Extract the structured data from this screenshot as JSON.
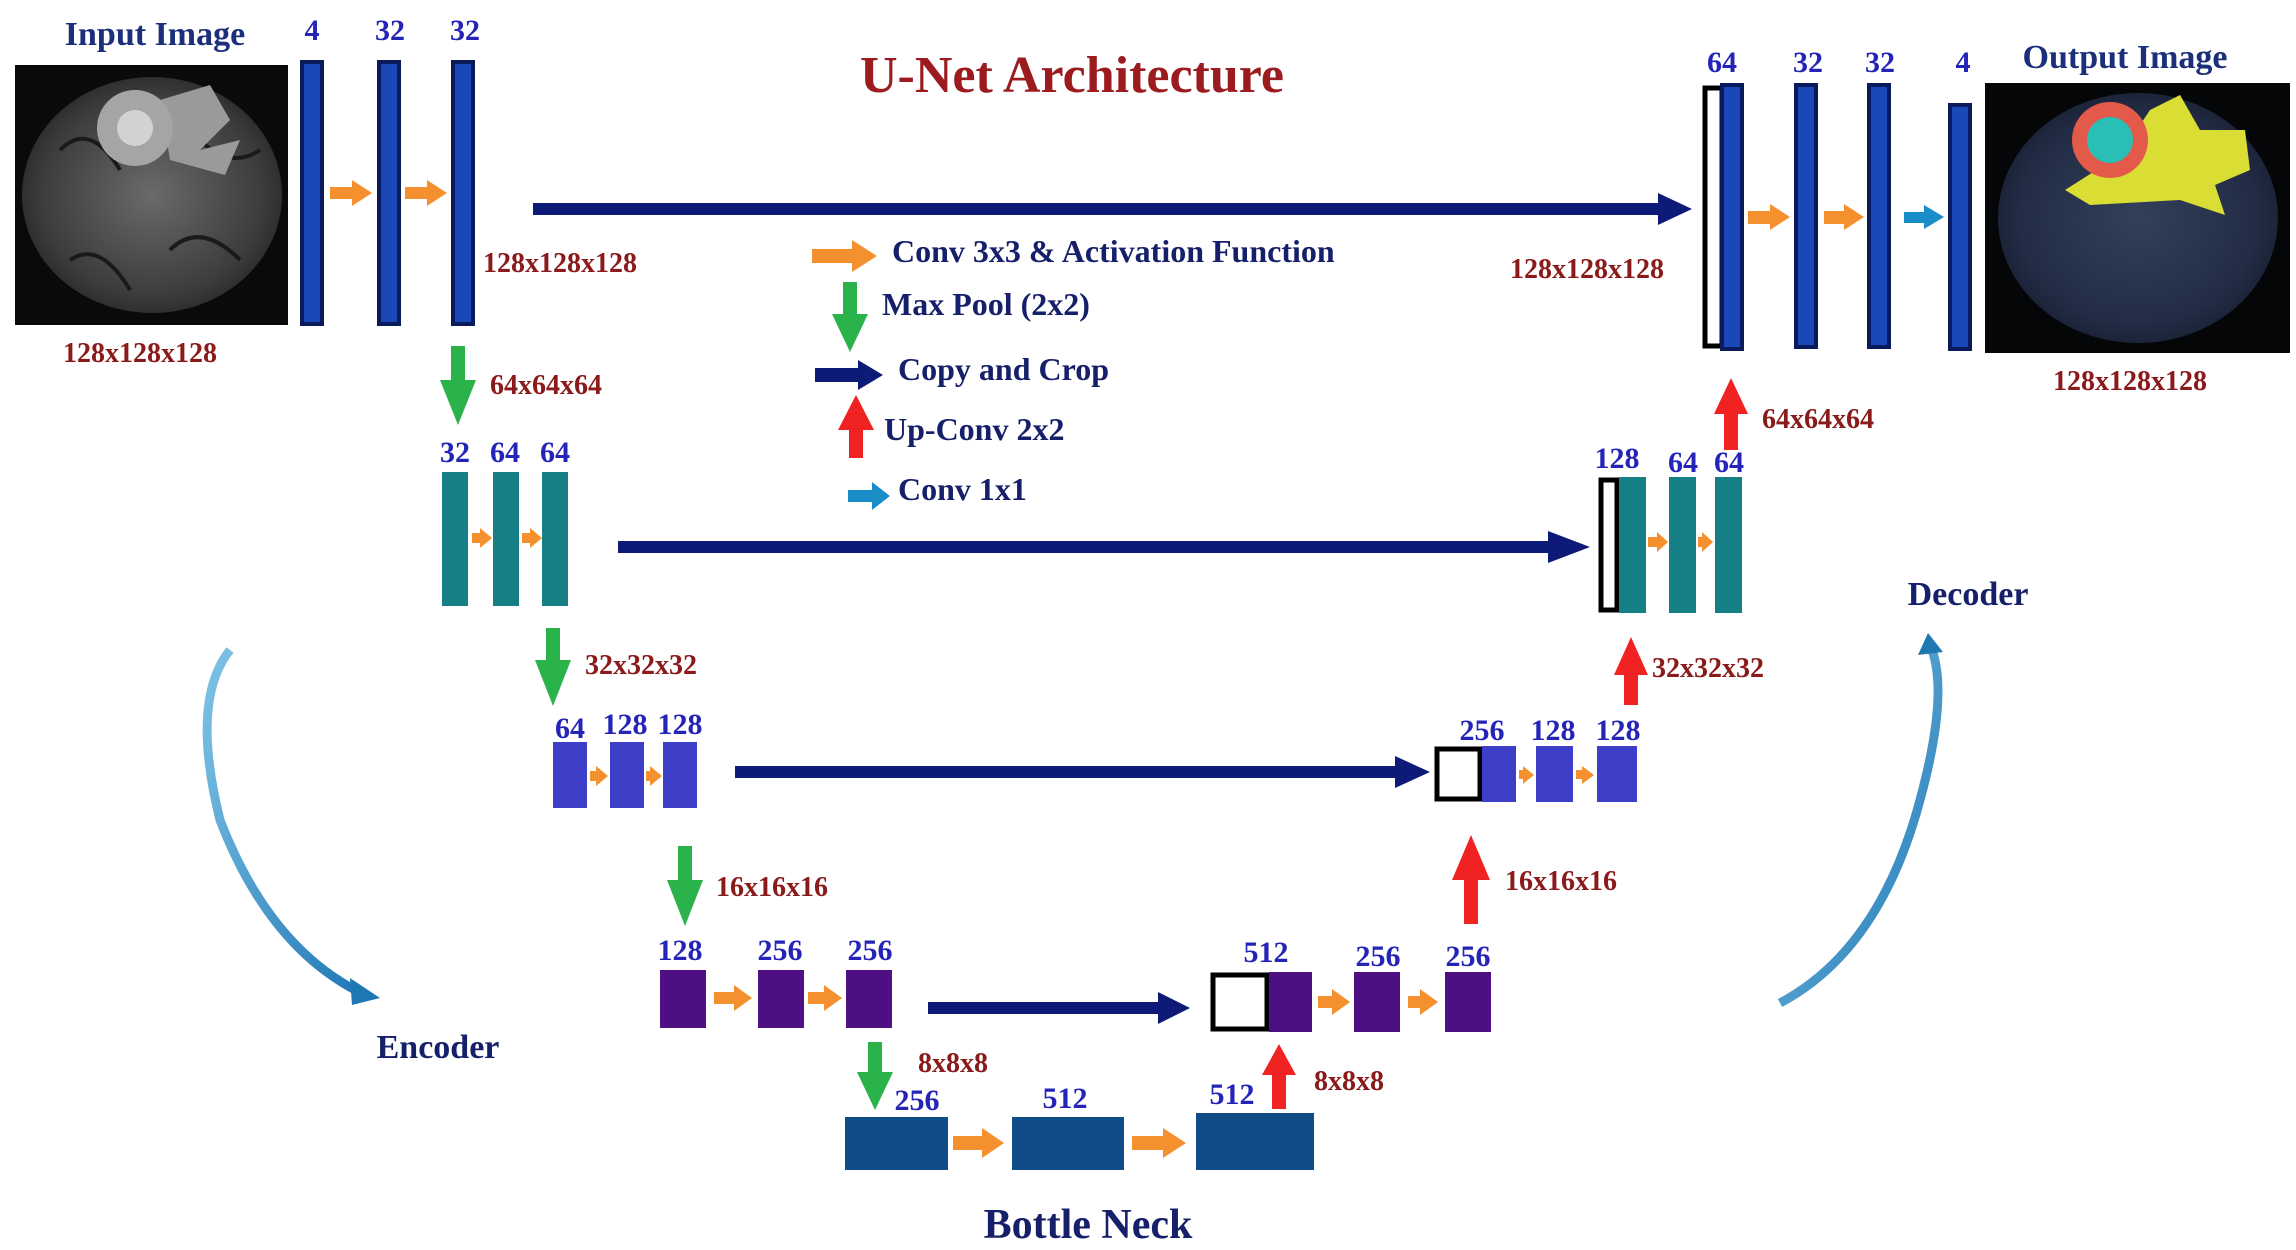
{
  "title": "U-Net Architecture",
  "input_image": {
    "label": "Input Image",
    "size": "128x128x128"
  },
  "output_image": {
    "label": "Output Image",
    "size": "128x128x128"
  },
  "encoder_label": "Encoder",
  "decoder_label": "Decoder",
  "bottleneck_label": "Bottle Neck",
  "legend": [
    {
      "label": "Conv 3x3 & Activation Function",
      "icon": "orange-right-arrow-icon"
    },
    {
      "label": "Max Pool (2x2)",
      "icon": "green-down-arrow-icon"
    },
    {
      "label": "Copy and Crop",
      "icon": "navy-right-arrow-icon"
    },
    {
      "label": "Up-Conv 2x2",
      "icon": "red-up-arrow-icon"
    },
    {
      "label": "Conv 1x1",
      "icon": "blue-right-arrow-icon"
    }
  ],
  "encoder": [
    {
      "channels": [
        "4",
        "32",
        "32"
      ],
      "size": "128x128x128",
      "color": "#1a48b8"
    },
    {
      "channels": [
        "32",
        "64",
        "64"
      ],
      "size": "64x64x64",
      "color": "#167f86"
    },
    {
      "channels": [
        "64",
        "128",
        "128"
      ],
      "size": "32x32x32",
      "color": "#3e3ec8"
    },
    {
      "channels": [
        "128",
        "256",
        "256"
      ],
      "size": "16x16x16",
      "color": "#4e0f82"
    }
  ],
  "bottleneck": {
    "channels": [
      "256",
      "512",
      "512"
    ],
    "size": "8x8x8",
    "color": "#104c88"
  },
  "decoder": [
    {
      "channels": [
        "512",
        "256",
        "256"
      ],
      "size": "8x8x8",
      "color": "#4e0f82"
    },
    {
      "channels": [
        "256",
        "128",
        "128"
      ],
      "size": "16x16x16",
      "color": "#3e3ec8"
    },
    {
      "channels": [
        "128",
        "64",
        "64"
      ],
      "size": "32x32x32",
      "color": "#167f86"
    },
    {
      "channels": [
        "64",
        "32",
        "32",
        "4"
      ],
      "size": "64x64x64",
      "color": "#1a48b8"
    }
  ],
  "colors": {
    "conv_arrow": "#f5902f",
    "pool_arrow": "#2ab24b",
    "copy_arrow": "#0d1a78",
    "upconv_arrow": "#f02222",
    "conv1x1_arrow": "#1a8cc8",
    "curve_arrow": "#2f8fc4"
  }
}
